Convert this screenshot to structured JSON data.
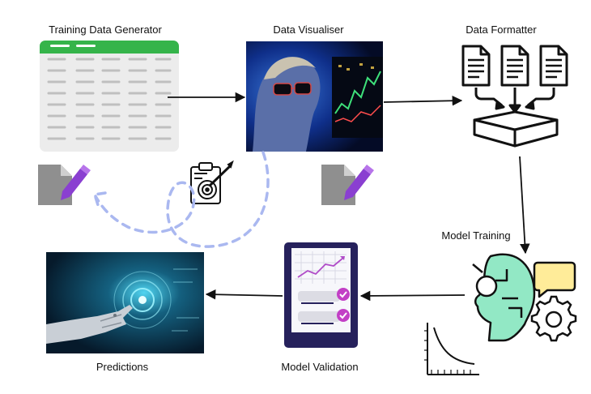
{
  "diagram": {
    "nodes": [
      {
        "id": "generator",
        "label": "Training Data Generator",
        "icon": "spreadsheet-icon"
      },
      {
        "id": "visualiser",
        "label": "Data Visualiser",
        "icon": "analyst-photo"
      },
      {
        "id": "formatter",
        "label": "Data Formatter",
        "icon": "documents-into-tray-icon"
      },
      {
        "id": "training",
        "label": "Model Training",
        "icon": "ai-head-gear-chat-icon"
      },
      {
        "id": "validation",
        "label": "Model Validation",
        "icon": "tablet-checklist-icon"
      },
      {
        "id": "predictions",
        "label": "Predictions",
        "icon": "robot-hand-photo"
      }
    ],
    "edges": [
      {
        "from": "generator",
        "to": "visualiser",
        "style": "solid"
      },
      {
        "from": "visualiser",
        "to": "formatter",
        "style": "solid"
      },
      {
        "from": "formatter",
        "to": "training",
        "style": "solid"
      },
      {
        "from": "training",
        "to": "validation",
        "style": "solid"
      },
      {
        "from": "validation",
        "to": "predictions",
        "style": "solid"
      },
      {
        "from": "visualiser",
        "to": "generator",
        "style": "dashed",
        "color": "#aab8f0"
      }
    ],
    "colors": {
      "sheet_header": "#35b44a",
      "edit_pencil": "#8a3fd1",
      "feedback_dash": "#aab8f0",
      "ai_head": "#92e8c5",
      "chat_bubble": "#ffec99",
      "tablet_frame": "#26215c",
      "check_badge": "#c23fc6"
    }
  }
}
